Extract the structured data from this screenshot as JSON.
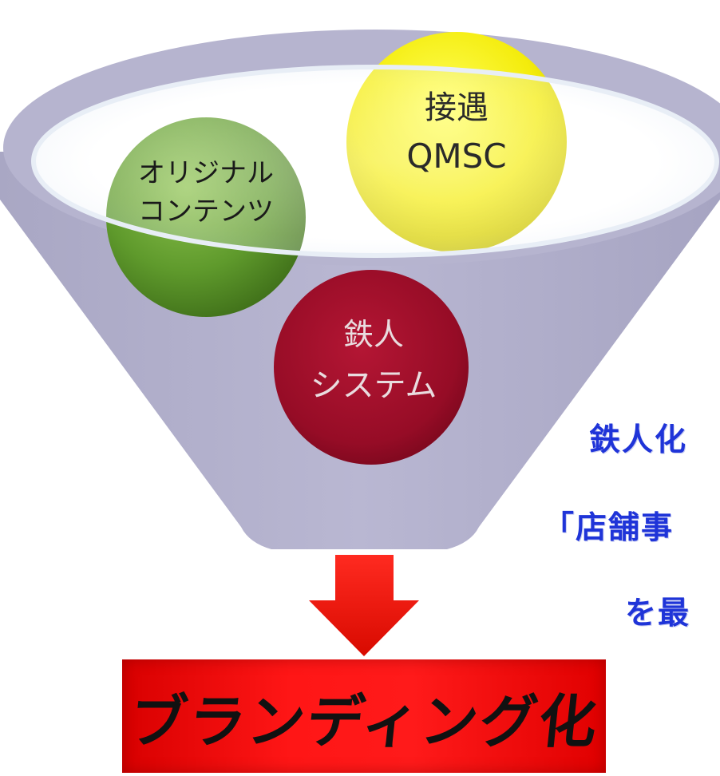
{
  "funnel": {
    "circles": [
      {
        "id": "content",
        "lines": [
          "オリジナル",
          "コンテンツ"
        ],
        "color": "#6ea83a"
      },
      {
        "id": "service",
        "lines": [
          "接遇",
          "QMSC"
        ],
        "color": "#f0ee10"
      },
      {
        "id": "system",
        "lines": [
          "鉄人",
          "システム"
        ],
        "color": "#a0102e"
      }
    ],
    "funnel_color": "#b3b1cc"
  },
  "side_text": {
    "line1": "鉄人化",
    "line2": "「店舗事",
    "line3": "を最"
  },
  "arrow_color": "#e81a10",
  "result": {
    "label": "ブランディング化",
    "color": "#ff1616"
  }
}
